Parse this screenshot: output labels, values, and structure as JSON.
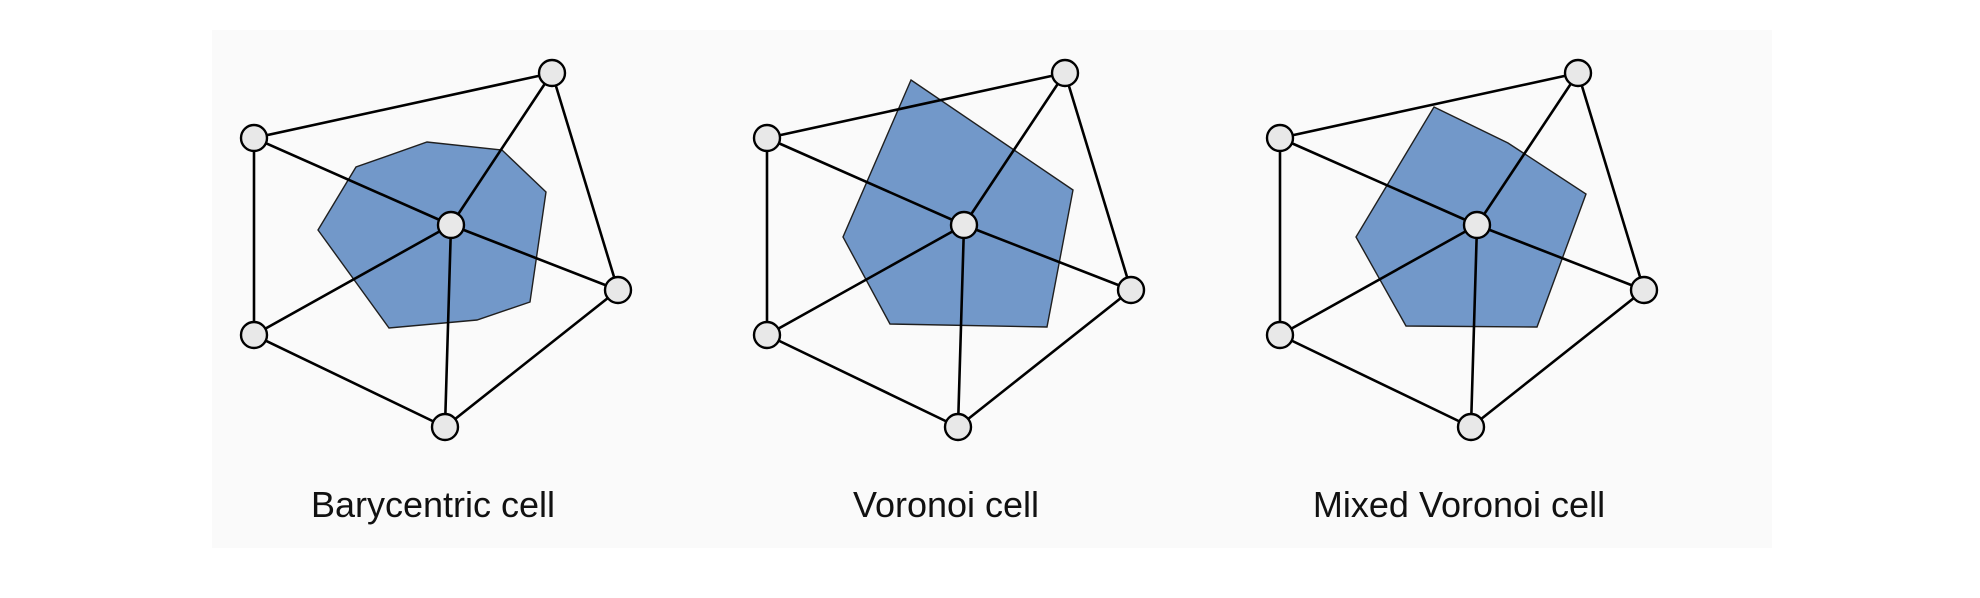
{
  "panels": [
    {
      "caption": "Barycentric cell"
    },
    {
      "caption": "Voronoi cell"
    },
    {
      "caption": "Mixed Voronoi cell"
    }
  ],
  "colors": {
    "background": "#ffffff",
    "panel_background": "#fafafa",
    "cell_fill": "#7298c9",
    "vertex_fill": "#e8e8e8",
    "edge": "#000000",
    "caption_text": "#111111"
  }
}
